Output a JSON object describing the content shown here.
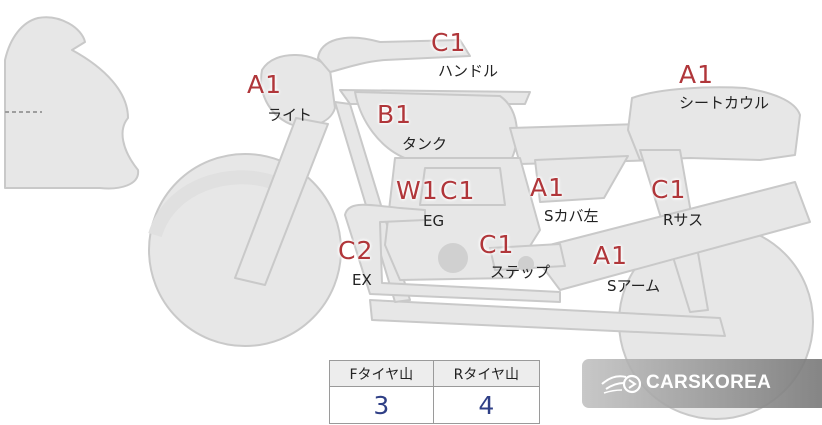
{
  "parts": {
    "light": {
      "grade": "A1",
      "label": "ライト"
    },
    "handle": {
      "grade": "C1",
      "label": "ハンドル"
    },
    "tank": {
      "grade": "B1",
      "label": "タンク"
    },
    "seat_cowl": {
      "grade": "A1",
      "label": "シートカウル"
    },
    "engine": {
      "grade1": "W1",
      "grade2": "C1",
      "label": "EG"
    },
    "s_cover_l": {
      "grade": "A1",
      "label": "Sカバ左"
    },
    "r_sus": {
      "grade": "C1",
      "label": "Rサス"
    },
    "exhaust": {
      "grade": "C2",
      "label": "EX"
    },
    "step": {
      "grade": "C1",
      "label": "ステップ"
    },
    "s_arm": {
      "grade": "A1",
      "label": "Sアーム"
    }
  },
  "tire_table": {
    "headers": [
      "Fタイヤ山",
      "Rタイヤ山"
    ],
    "values": [
      "3",
      "4"
    ]
  },
  "brand": {
    "name": "CARSKOREA"
  },
  "colors": {
    "grade_text": "#b0363a",
    "tire_value_text": "#2f3f86",
    "part_fill": "#e6e6e6",
    "part_stroke": "#c8c8c8"
  }
}
